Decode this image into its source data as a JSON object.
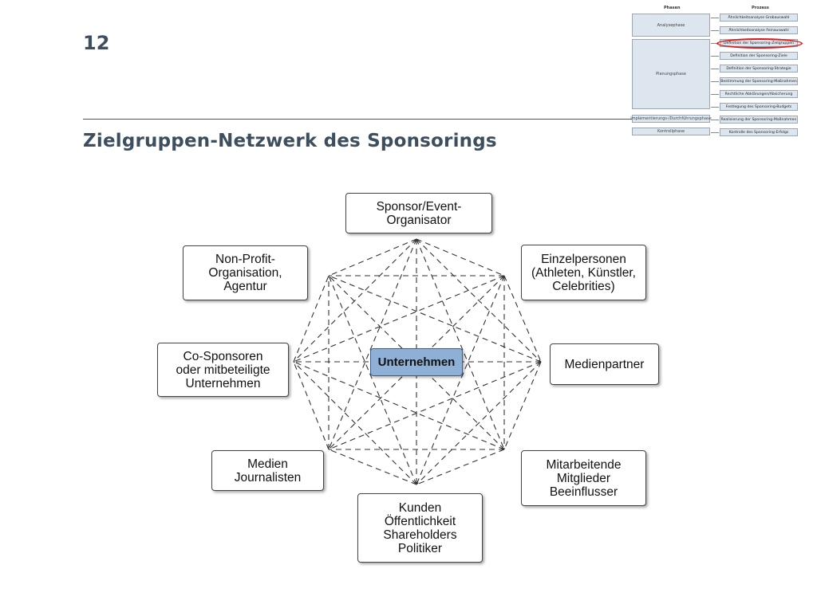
{
  "slide": {
    "number": "12",
    "title": "Zielgruppen-Netzwerk des Sponsorings"
  },
  "mini_process": {
    "phases_header": "Phasen",
    "process_header": "Prozess",
    "phases": [
      "Analysephase",
      "Planungsphase",
      "Implementierungs-/Durchführungsphase",
      "Kontrollphase"
    ],
    "steps": [
      "Ähnlichkeitsanalyse Grobauswahl",
      "Ähnlichkeitsanalyse Feinauswahl",
      "Definition der Sponsoring-Zielgruppen",
      "Definition der Sponsoring-Ziele",
      "Definition der Sponsoring-Strategie",
      "Bestimmung der Sponsoring-Maßnahmen",
      "Rechtliche Abklärungen/Absicherung",
      "Festlegung des Sponsoring-Budgets",
      "Realisierung der Sponsoring-Maßnahmen",
      "Kontrolle des Sponsoring-Erfolgs"
    ],
    "highlighted_step": 2,
    "highlight_color": "#e01818"
  },
  "network": {
    "center": "Unternehmen",
    "center_color": "#8fb0d6",
    "nodes": [
      {
        "id": "sponsor",
        "lines": [
          "Sponsor/Event-",
          "Organisator"
        ]
      },
      {
        "id": "einzelpersonen",
        "lines": [
          "Einzelpersonen",
          "(Athleten, Künstler,",
          "Celebrities)"
        ]
      },
      {
        "id": "medienpartner",
        "lines": [
          "Medienpartner"
        ]
      },
      {
        "id": "mitarbeitende",
        "lines": [
          "Mitarbeitende",
          "Mitglieder",
          "Beeinflusser"
        ]
      },
      {
        "id": "kunden",
        "lines": [
          "Kunden",
          "Öffentlichkeit",
          "Shareholders",
          "Politiker"
        ]
      },
      {
        "id": "medien",
        "lines": [
          "Medien",
          "Journalisten"
        ]
      },
      {
        "id": "cosponsoren",
        "lines": [
          "Co-Sponsoren",
          "oder mitbeteiligte",
          "Unternehmen"
        ]
      },
      {
        "id": "nonprofit",
        "lines": [
          "Non-Profit-",
          "Organisation,",
          "Agentur"
        ]
      }
    ]
  }
}
